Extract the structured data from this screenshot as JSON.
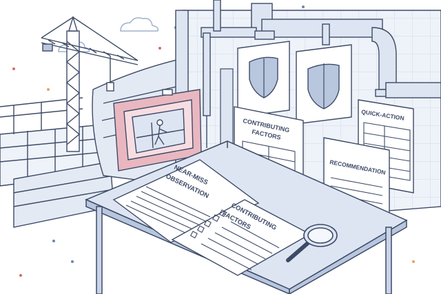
{
  "labels": {
    "near_miss_observation": [
      "NEAR-MISS",
      "OBSERVATION"
    ],
    "contributing_factors_desk": [
      "CONTRIBUTING",
      "FACTORS"
    ],
    "contributing_factors_wall": [
      "CONTRIBUTING",
      "FACTORS"
    ],
    "quick_action": "QUICK-ACTION",
    "recommendation": "RECOMMENDATION"
  },
  "icons": {
    "shields": [
      "shield-icon",
      "shield-icon"
    ],
    "magnifier": "magnifying-glass-icon",
    "crane": "tower-crane-icon",
    "clouds": [
      "cloud-icon",
      "cloud-icon",
      "cloud-icon"
    ]
  },
  "colors": {
    "line": "#3d4a66",
    "panel_blue": "#dde5f2",
    "panel_mid": "#b8c6de",
    "paper": "#ffffff",
    "frame_pink": "#e9b7c0",
    "accent_red": "#d66a6a",
    "accent_orange": "#e9a25f"
  }
}
